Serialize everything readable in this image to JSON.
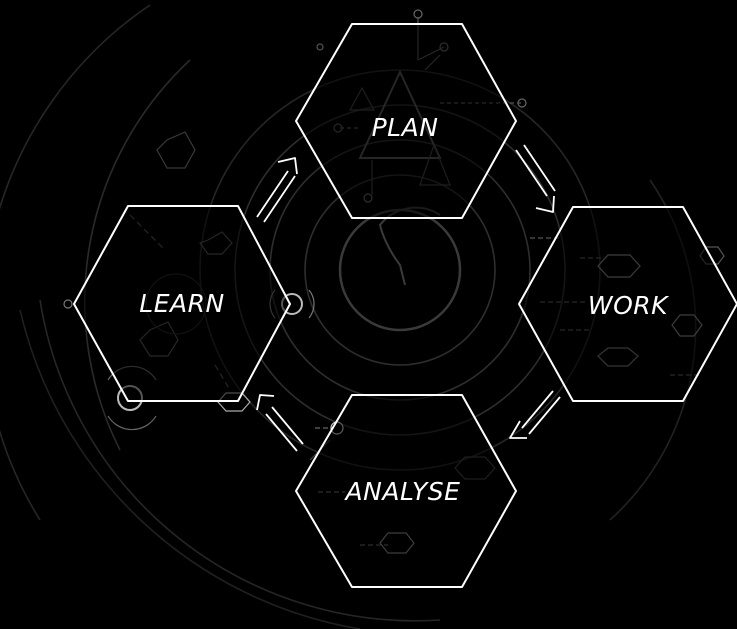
{
  "diagram": {
    "nodes": [
      {
        "id": "plan",
        "label": "PLAN"
      },
      {
        "id": "work",
        "label": "WORK"
      },
      {
        "id": "analyse",
        "label": "ANALYSE"
      },
      {
        "id": "learn",
        "label": "LEARN"
      }
    ],
    "edges": [
      {
        "from": "plan",
        "to": "work"
      },
      {
        "from": "work",
        "to": "analyse"
      },
      {
        "from": "analyse",
        "to": "learn"
      },
      {
        "from": "learn",
        "to": "plan"
      }
    ],
    "colors": {
      "background": "#000000",
      "outline": "#ffffff",
      "decoration": "#3a3a3a",
      "text": "#ffffff"
    }
  }
}
